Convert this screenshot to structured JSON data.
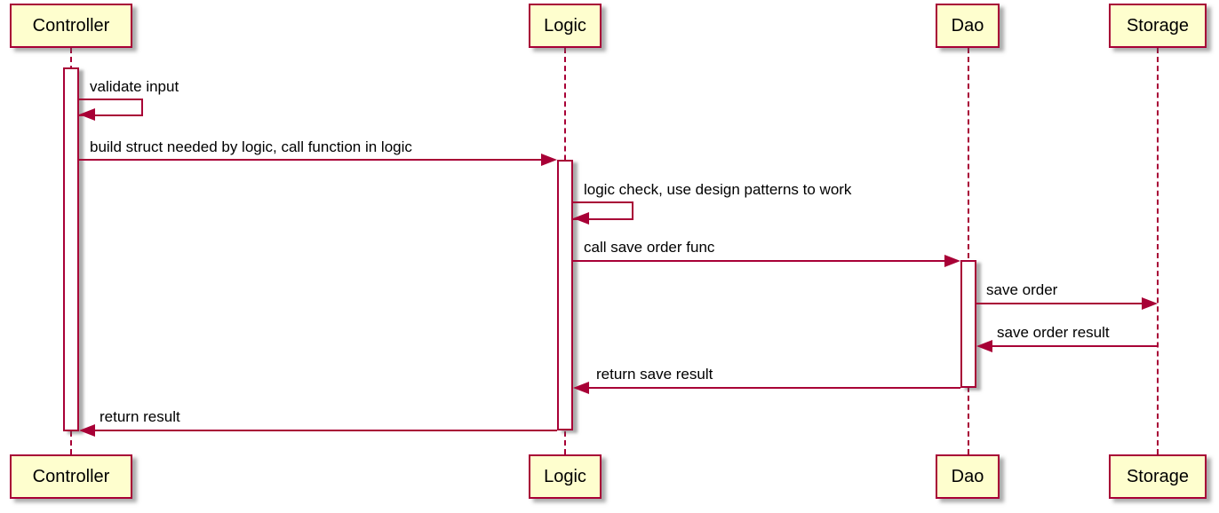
{
  "diagram_type": "sequence",
  "participants": [
    {
      "name": "Controller"
    },
    {
      "name": "Logic"
    },
    {
      "name": "Dao"
    },
    {
      "name": "Storage"
    }
  ],
  "messages": [
    {
      "from": "Controller",
      "to": "Controller",
      "kind": "self",
      "text": "validate input"
    },
    {
      "from": "Controller",
      "to": "Logic",
      "kind": "call",
      "text": "build struct needed by logic, call function in logic"
    },
    {
      "from": "Logic",
      "to": "Logic",
      "kind": "self",
      "text": "logic check, use design patterns to work"
    },
    {
      "from": "Logic",
      "to": "Dao",
      "kind": "call",
      "text": "call save order func"
    },
    {
      "from": "Dao",
      "to": "Storage",
      "kind": "call",
      "text": "save order"
    },
    {
      "from": "Storage",
      "to": "Dao",
      "kind": "return",
      "text": "save order result"
    },
    {
      "from": "Dao",
      "to": "Logic",
      "kind": "return",
      "text": "return save result"
    },
    {
      "from": "Logic",
      "to": "Controller",
      "kind": "return",
      "text": "return result"
    }
  ],
  "colors": {
    "participant_fill": "#FEFECE",
    "accent": "#A80036",
    "text": "#000000",
    "background": "#FFFFFF"
  }
}
